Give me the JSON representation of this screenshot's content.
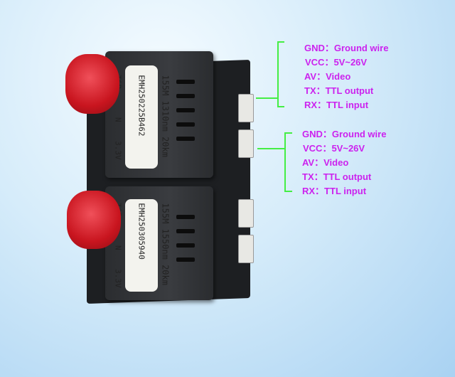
{
  "modules": [
    {
      "line1": "155M 1310nm 20km",
      "line2": "EMH250225B462",
      "line3": "T&R      N    3.3V"
    },
    {
      "line1": "155M 1550nm 20km",
      "line2": "EMH250305940",
      "line3": "T&R      N    3.3V"
    }
  ],
  "annotations": [
    {
      "items": [
        {
          "text": "GND：Ground wire"
        },
        {
          "text": "VCC：5V~26V"
        },
        {
          "text": "AV：Video"
        },
        {
          "text": "TX：TTL output"
        },
        {
          "text": "RX：TTL input"
        }
      ]
    },
    {
      "items": [
        {
          "text": "GND：Ground wire"
        },
        {
          "text": "VCC：5V~26V"
        },
        {
          "text": "AV：Video"
        },
        {
          "text": "TX：TTL output"
        },
        {
          "text": "RX：TTL input"
        }
      ]
    }
  ],
  "colors": {
    "annotation_text": "#cc22ee",
    "bracket": "#44ee44",
    "connector_red": "#c9151f"
  }
}
